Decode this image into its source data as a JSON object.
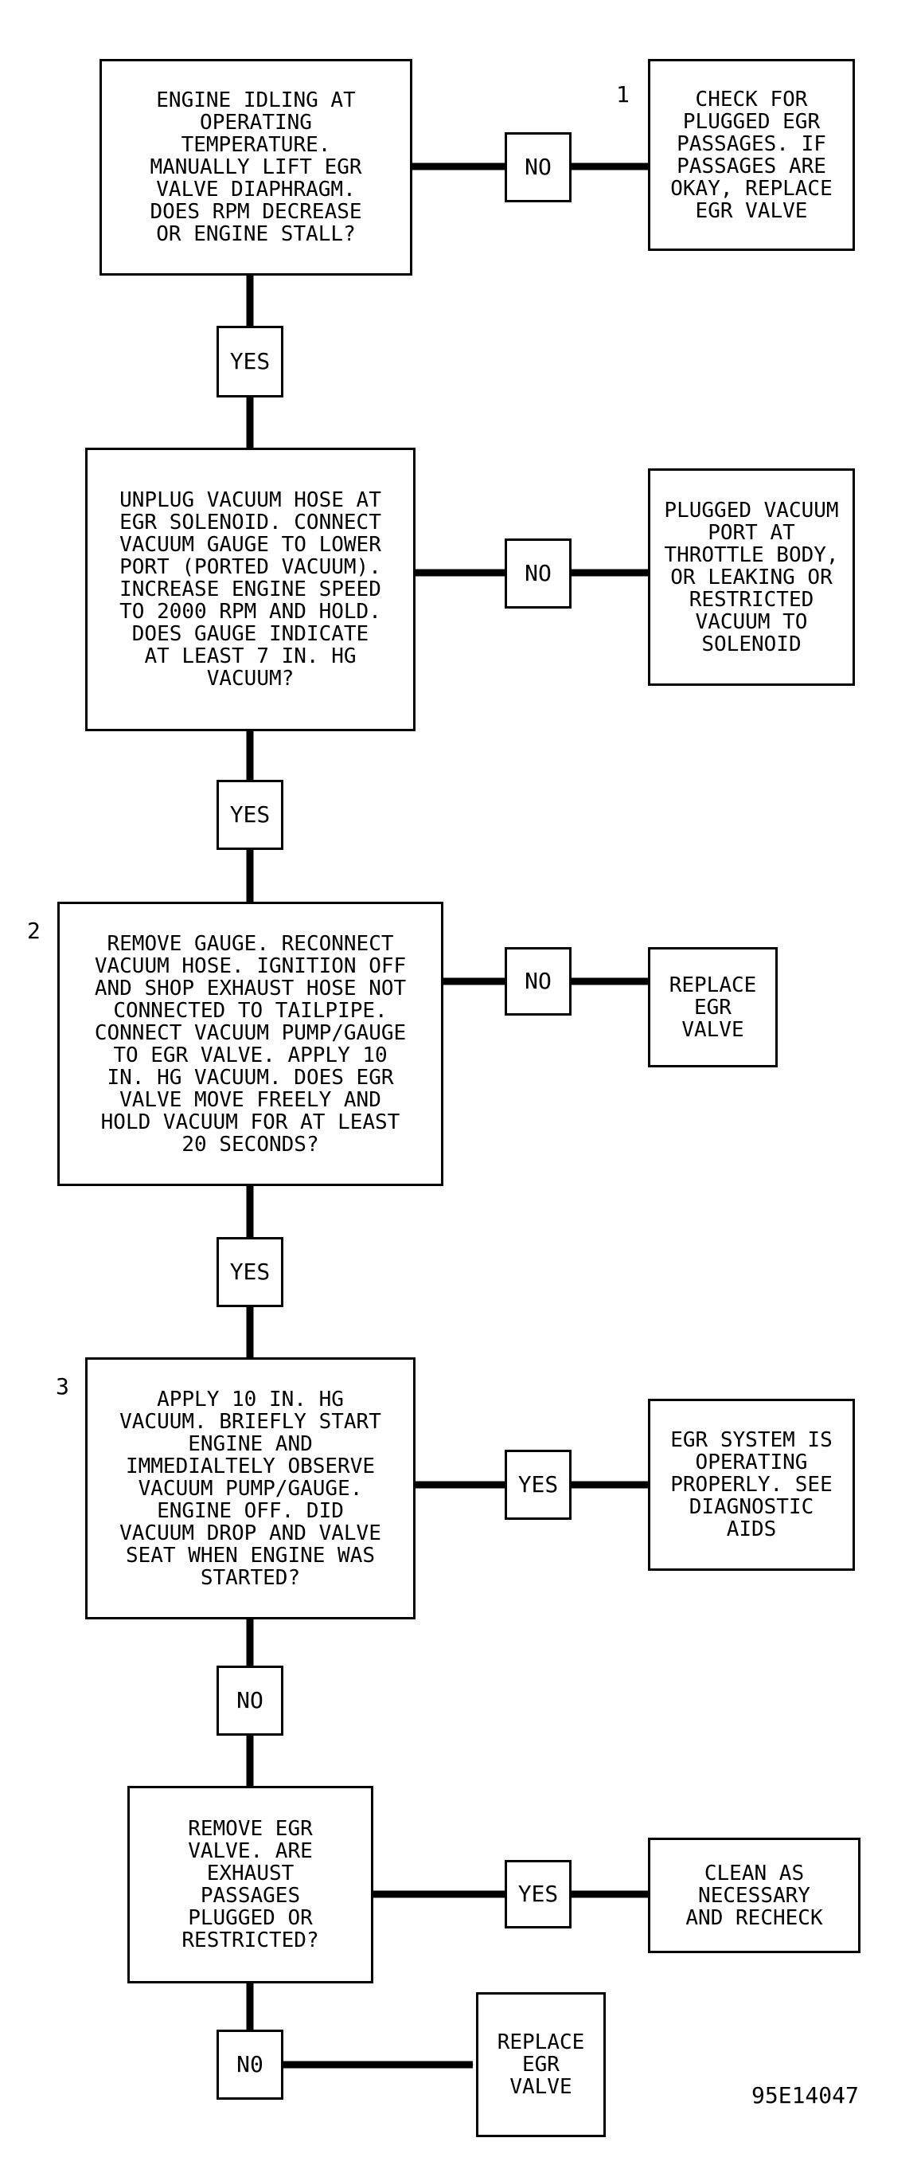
{
  "steps": {
    "s1": {
      "text": "ENGINE IDLING AT\nOPERATING\nTEMPERATURE.\nMANUALLY LIFT EGR\nVALVE DIAPHRAGM.\nDOES RPM DECREASE\nOR ENGINE STALL?"
    },
    "s2": {
      "text": "UNPLUG VACUUM HOSE AT\nEGR SOLENOID. CONNECT\nVACUUM GAUGE TO LOWER\nPORT (PORTED VACUUM).\nINCREASE ENGINE SPEED\nTO 2000 RPM AND HOLD.\nDOES GAUGE INDICATE\nAT LEAST 7 IN. HG\nVACUUM?"
    },
    "s3": {
      "text": "REMOVE GAUGE. RECONNECT\nVACUUM HOSE. IGNITION OFF\nAND SHOP EXHAUST HOSE NOT\nCONNECTED TO TAILPIPE.\nCONNECT VACUUM PUMP/GAUGE\nTO EGR VALVE. APPLY 10\nIN. HG VACUUM. DOES EGR\nVALVE MOVE FREELY AND\nHOLD VACUUM FOR AT LEAST\n20 SECONDS?"
    },
    "s4": {
      "text": "APPLY 10 IN. HG\nVACUUM. BRIEFLY START\nENGINE AND\nIMMEDIALTELY OBSERVE\nVACUUM PUMP/GAUGE.\nENGINE OFF. DID\nVACUUM DROP AND VALVE\nSEAT WHEN ENGINE WAS\nSTARTED?"
    },
    "s5": {
      "text": "REMOVE EGR\nVALVE. ARE\nEXHAUST\nPASSAGES\nPLUGGED OR\nRESTRICTED?"
    }
  },
  "results": {
    "r1": {
      "text": "CHECK FOR\nPLUGGED EGR\nPASSAGES. IF\nPASSAGES ARE\nOKAY, REPLACE\nEGR VALVE"
    },
    "r2": {
      "text": "PLUGGED VACUUM\nPORT AT\nTHROTTLE BODY,\nOR LEAKING OR\nRESTRICTED\nVACUUM TO\nSOLENOID"
    },
    "r3": {
      "text": "REPLACE\nEGR\nVALVE"
    },
    "r4": {
      "text": "EGR SYSTEM IS\nOPERATING\nPROPERLY. SEE\nDIAGNOSTIC\nAIDS"
    },
    "r5": {
      "text": "CLEAN AS\nNECESSARY\nAND RECHECK"
    },
    "r6": {
      "text": "REPLACE\nEGR\nVALVE"
    }
  },
  "answers": {
    "a1_side": "NO",
    "a1_down": "YES",
    "a2_side": "NO",
    "a2_down": "YES",
    "a3_side": "NO",
    "a3_down": "YES",
    "a4_side": "YES",
    "a4_down": "NO",
    "a5_side": "YES",
    "a5_down": "N0"
  },
  "step_numbers": {
    "n1": "1",
    "n2": "2",
    "n3": "3"
  },
  "figure_code": "95E14047",
  "colors": {
    "line": "#000000",
    "background": "#ffffff"
  }
}
